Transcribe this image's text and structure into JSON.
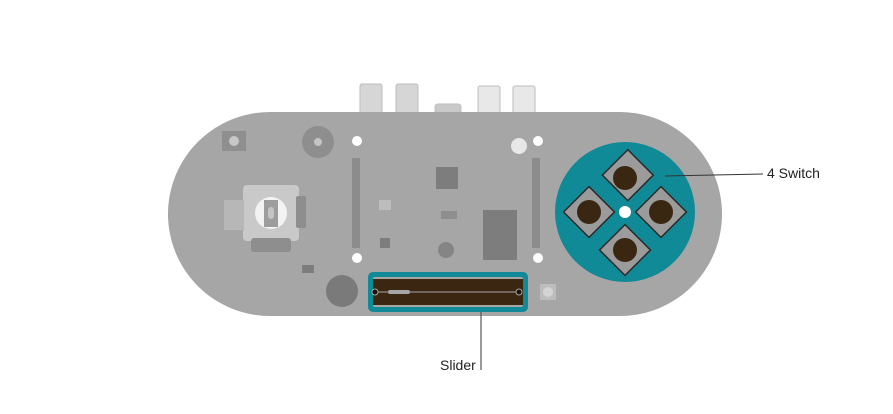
{
  "diagram": {
    "subject": "Esplora-style gamepad circuit board",
    "colors": {
      "board": "#a6a6a6",
      "board_edge": "#9a9a9a",
      "teal": "#0f8a96",
      "switch_cap": "#3a2712",
      "switch_body": "#9b9b9b",
      "slider_track": "#3a2611",
      "leader_line": "#333333"
    },
    "callouts": [
      {
        "id": "four-switch",
        "label": "4 Switch"
      },
      {
        "id": "slider",
        "label": "Slider"
      }
    ]
  }
}
